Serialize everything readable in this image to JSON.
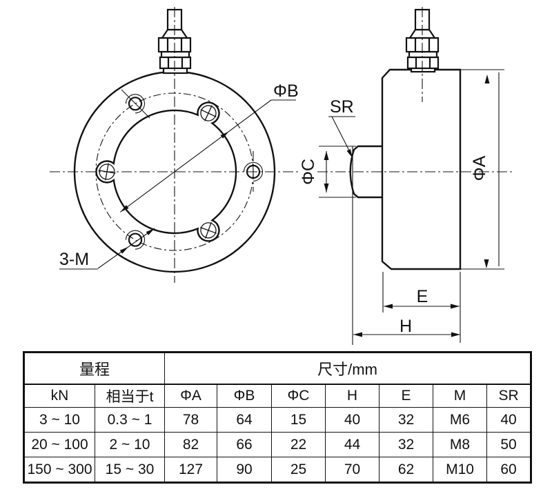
{
  "drawing": {
    "front_view": {
      "phi_b_label": "ΦB",
      "bolt_note": "3-M"
    },
    "side_view": {
      "sr_label": "SR",
      "phi_c_label": "ΦC",
      "phi_a_label": "ΦA",
      "e_label": "E",
      "h_label": "H"
    }
  },
  "table": {
    "range_header": "量程",
    "dims_header": "尺寸/mm",
    "columns": [
      "kN",
      "相当于t",
      "ΦA",
      "ΦB",
      "ΦC",
      "H",
      "E",
      "M",
      "SR"
    ],
    "rows": [
      [
        "3 ~ 10",
        "0.3 ~ 1",
        "78",
        "64",
        "15",
        "40",
        "32",
        "M6",
        "40"
      ],
      [
        "20 ~ 100",
        "2 ~ 10",
        "82",
        "66",
        "22",
        "44",
        "32",
        "M8",
        "50"
      ],
      [
        "150 ~ 300",
        "15 ~ 30",
        "127",
        "90",
        "25",
        "70",
        "62",
        "M10",
        "60"
      ]
    ]
  },
  "colors": {
    "line": "#111111",
    "background": "#ffffff"
  }
}
